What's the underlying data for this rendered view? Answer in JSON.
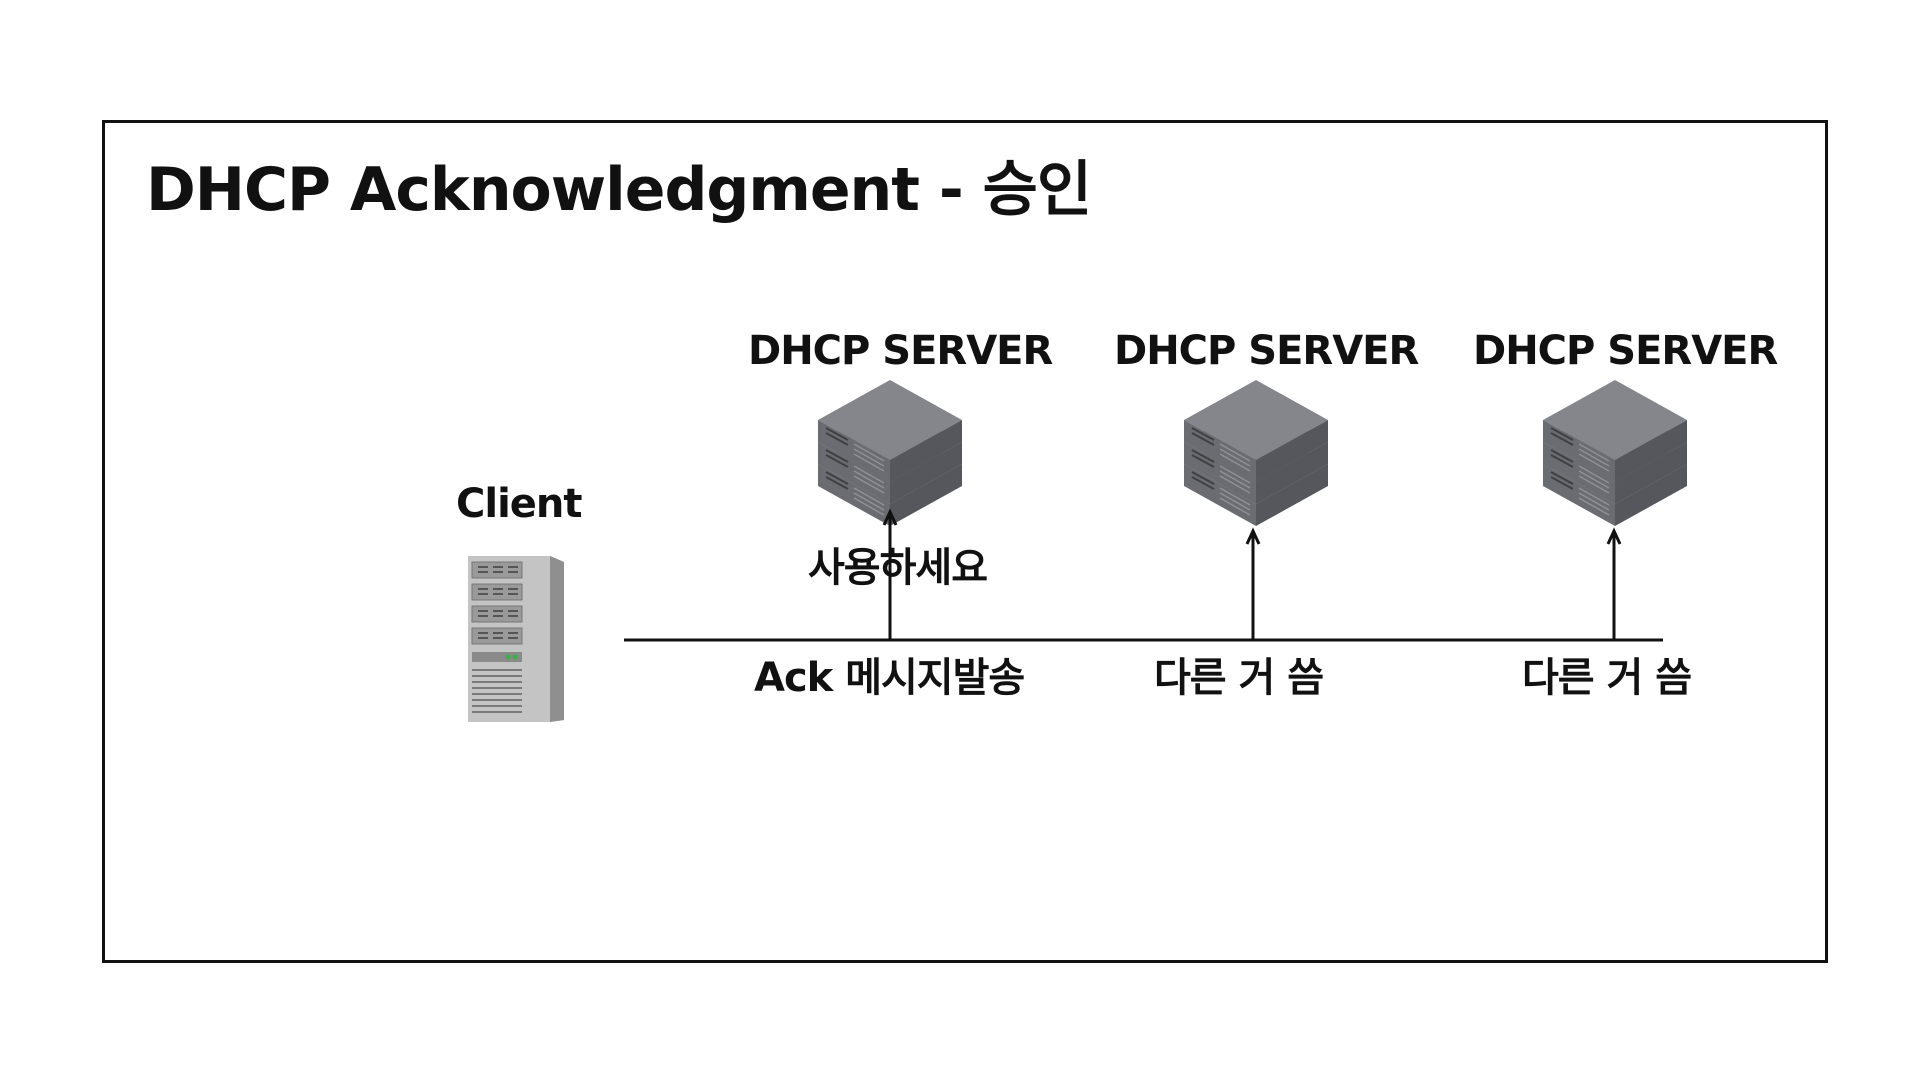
{
  "title": "DHCP Acknowledgment - 승인",
  "client": {
    "label": "Client",
    "icon": "tower-server-icon"
  },
  "servers": [
    {
      "label": "DHCP SERVER",
      "icon": "rack-server-icon",
      "message_above": "사용하세요",
      "message_below": "Ack 메시지발송"
    },
    {
      "label": "DHCP SERVER",
      "icon": "rack-server-icon",
      "message_below": "다른 거 씀"
    },
    {
      "label": "DHCP SERVER",
      "icon": "rack-server-icon",
      "message_below": "다른 거 씀"
    }
  ],
  "colors": {
    "server_top": "#7a7c82",
    "server_side_left": "#5d5f64",
    "server_side_right": "#4c4e53",
    "line": "#111111",
    "tower_body": "#b9b9b9"
  }
}
